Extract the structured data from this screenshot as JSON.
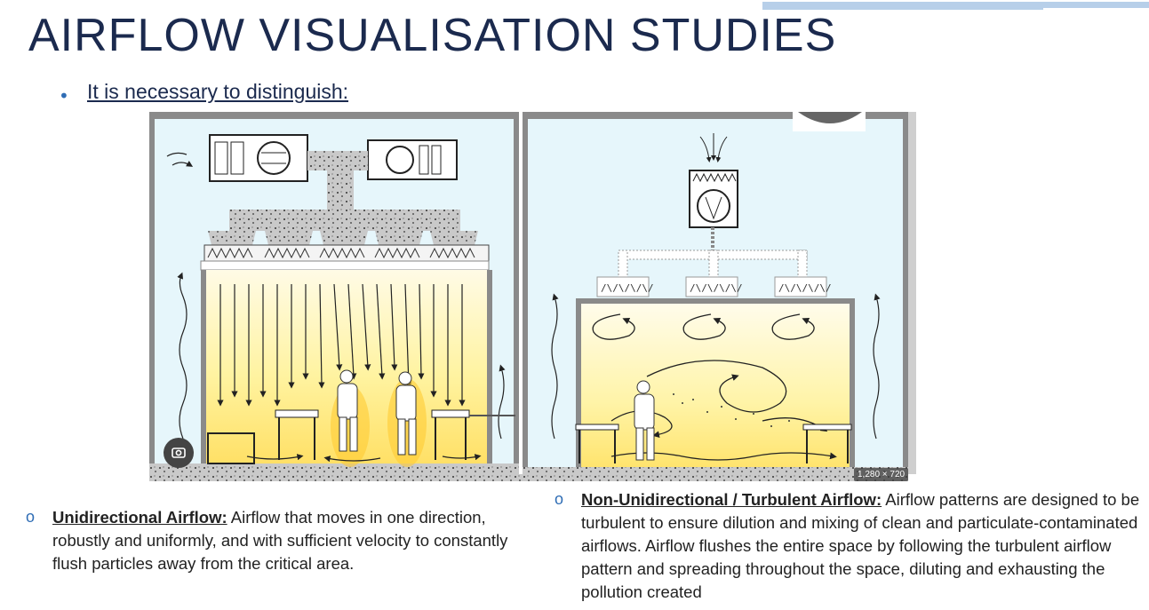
{
  "slide": {
    "title": "AIRFLOW VISUALISATION STUDIES",
    "lead_bullet": "It is necessary to distinguish:"
  },
  "figure": {
    "size_badge": "1,280 × 720",
    "left_panel_icon": "unidirectional-cleanroom-diagram",
    "right_panel_icon": "turbulent-cleanroom-diagram",
    "left_filter_label": "\\/\\/\\/\\/\\/",
    "right_filter_label": "/\\/\\/\\/\\/"
  },
  "definitions": [
    {
      "term": "Unidirectional Airflow:",
      "text": " Airflow that moves in one direction, robustly and uniformly, and with sufficient velocity to constantly flush particles away from the critical area."
    },
    {
      "term": "Non-Unidirectional / Turbulent Airflow:",
      "text": " Airflow patterns are designed to be turbulent to ensure dilution and mixing of clean and particulate-contaminated airflows. Airflow flushes the entire space by following the turbulent airflow pattern and spreading throughout the space, diluting and exhausting the pollution created"
    }
  ],
  "colors": {
    "title": "#1b2a4e",
    "bullet": "#2f6db5",
    "room_air": "#e6f6fb",
    "clean_zone": "#fff4b0",
    "wall": "#8a8a8a"
  }
}
